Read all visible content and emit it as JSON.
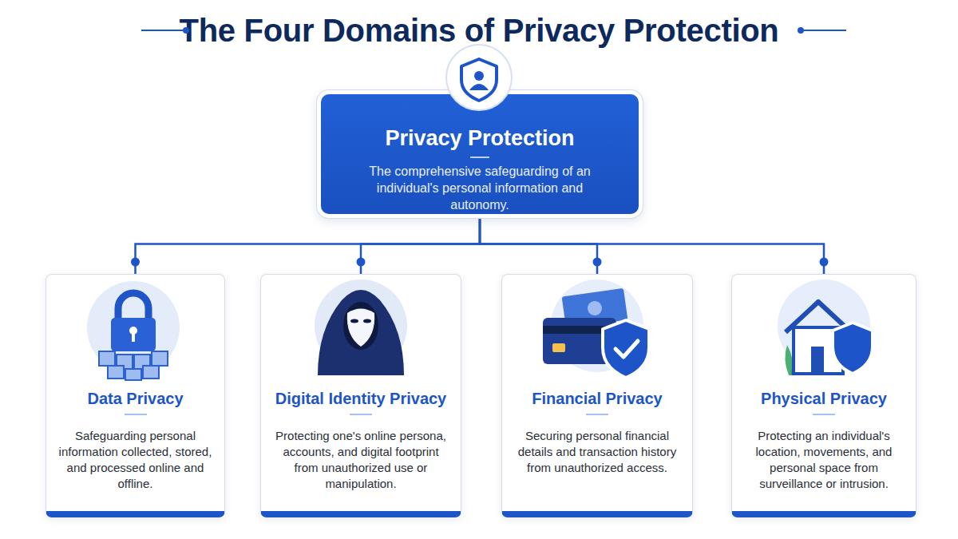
{
  "diagram": {
    "title": "The Four Domains of Privacy Protection",
    "nodes": [
      {
        "text": [
          "Privacy Protection",
          "The comprehensive safeguarding of an individual's personal information and autonomy."
        ]
      },
      {
        "text": [
          "Data Privacy",
          "Safeguarding personal information collected, stored, and processed online and offline."
        ]
      },
      {
        "text": [
          "Digital Identity Privacy",
          "Protecting one's online persona, accounts, and digital footprint from unauthorized use or manipulation."
        ]
      },
      {
        "text": [
          "Financial Privacy",
          "Securing personal financial details and transaction history from unauthorized access."
        ]
      },
      {
        "text": [
          "Physical Privacy",
          "Protecting an individual's location, movements, and personal space from surveillance or intrusion."
        ]
      }
    ],
    "edges": [
      {
        "from": 0,
        "to": 1,
        "arrow": "none"
      },
      {
        "from": 0,
        "to": 2,
        "arrow": "none"
      },
      {
        "from": 0,
        "to": 3,
        "arrow": "none"
      },
      {
        "from": 0,
        "to": 4,
        "arrow": "none"
      }
    ]
  }
}
